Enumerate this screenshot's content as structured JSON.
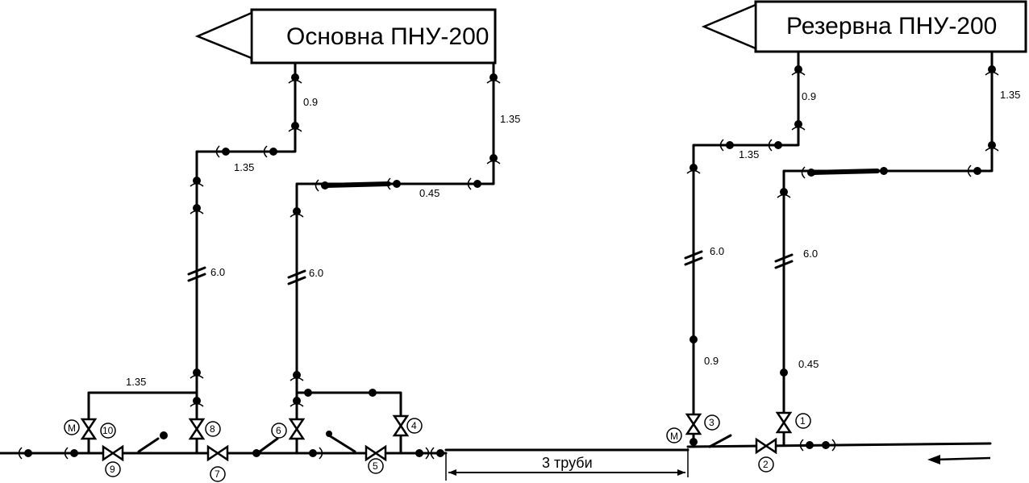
{
  "units": {
    "main": {
      "title": "Основна ПНУ-200"
    },
    "reserve": {
      "title": "Резервна ПНУ-200"
    }
  },
  "segments": {
    "main_left_top": "0.9",
    "main_left_mid": "1.35",
    "main_left_long": "6.0",
    "main_right_top": "1.35",
    "main_right_mid": "0.45",
    "main_right_long": "6.0",
    "bypass": "1.35",
    "res_left_top": "0.9",
    "res_left_mid": "1.35",
    "res_left_long": "6.0",
    "res_left_bottom": "0.9",
    "res_right_top": "1.35",
    "res_right_long": "6.0",
    "res_right_bottom": "0.45"
  },
  "valves": [
    "1",
    "2",
    "3",
    "4",
    "5",
    "6",
    "7",
    "8",
    "9",
    "10"
  ],
  "motor_label": "M",
  "span_label": "3 труби"
}
